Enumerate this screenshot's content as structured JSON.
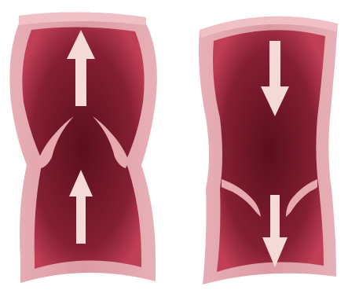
{
  "figure": {
    "panels": [
      {
        "id": "open-valve",
        "flow_direction": "up",
        "valve_state": "open",
        "arrow_count": 2
      },
      {
        "id": "closed-valve",
        "flow_direction": "down",
        "valve_state": "closed",
        "arrow_count": 2
      }
    ],
    "colors": {
      "vein_wall": "#e3a5ad",
      "vein_wall_light": "#efc0c6",
      "vein_lumen_dark": "#5a0f1c",
      "vein_lumen_mid": "#9c2a3e",
      "vein_lumen_rim": "#c03f57",
      "arrow": "#f4d9d6",
      "valve_leaflet": "#e7a9b0"
    }
  }
}
